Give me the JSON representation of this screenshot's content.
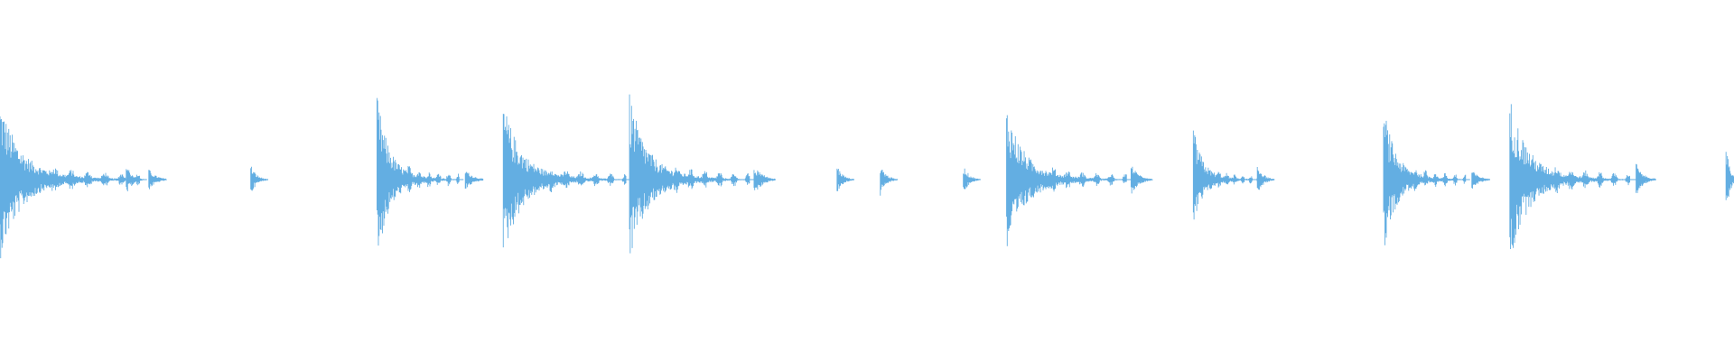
{
  "waveform": {
    "color": "#63aee2",
    "background": "#ffffff",
    "hits": [
      {
        "time": 0.0,
        "level": 0.95,
        "tail": 0.085,
        "kind": "strong"
      },
      {
        "time": 0.073,
        "level": 0.2,
        "tail": 0.01,
        "kind": "ghost"
      },
      {
        "time": 0.145,
        "level": 0.18,
        "tail": 0.01,
        "kind": "ghost"
      },
      {
        "time": 0.218,
        "level": 1.0,
        "tail": 0.05,
        "kind": "strong"
      },
      {
        "time": 0.291,
        "level": 0.92,
        "tail": 0.075,
        "kind": "strong"
      },
      {
        "time": 0.364,
        "level": 1.0,
        "tail": 0.073,
        "kind": "strong"
      },
      {
        "time": 0.436,
        "level": 0.2,
        "tail": 0.01,
        "kind": "ghost"
      },
      {
        "time": 0.484,
        "level": 0.18,
        "tail": 0.01,
        "kind": "ghost"
      },
      {
        "time": 0.509,
        "level": 0.2,
        "tail": 0.01,
        "kind": "ghost"
      },
      {
        "time": 0.557,
        "level": 0.18,
        "tail": 0.01,
        "kind": "ghost"
      },
      {
        "time": 0.582,
        "level": 0.88,
        "tail": 0.073,
        "kind": "strong"
      },
      {
        "time": 0.654,
        "level": 0.2,
        "tail": 0.01,
        "kind": "ghost"
      },
      {
        "time": 0.69,
        "level": 0.62,
        "tail": 0.04,
        "kind": "medium"
      },
      {
        "time": 0.727,
        "level": 0.2,
        "tail": 0.01,
        "kind": "ghost"
      },
      {
        "time": 0.8,
        "level": 0.88,
        "tail": 0.05,
        "kind": "strong"
      },
      {
        "time": 0.873,
        "level": 1.0,
        "tail": 0.073,
        "kind": "strong"
      },
      {
        "time": 0.946,
        "level": 0.2,
        "tail": 0.01,
        "kind": "ghost"
      },
      {
        "time": 0.998,
        "level": 0.4,
        "tail": 0.005,
        "kind": "ghost"
      }
    ]
  }
}
